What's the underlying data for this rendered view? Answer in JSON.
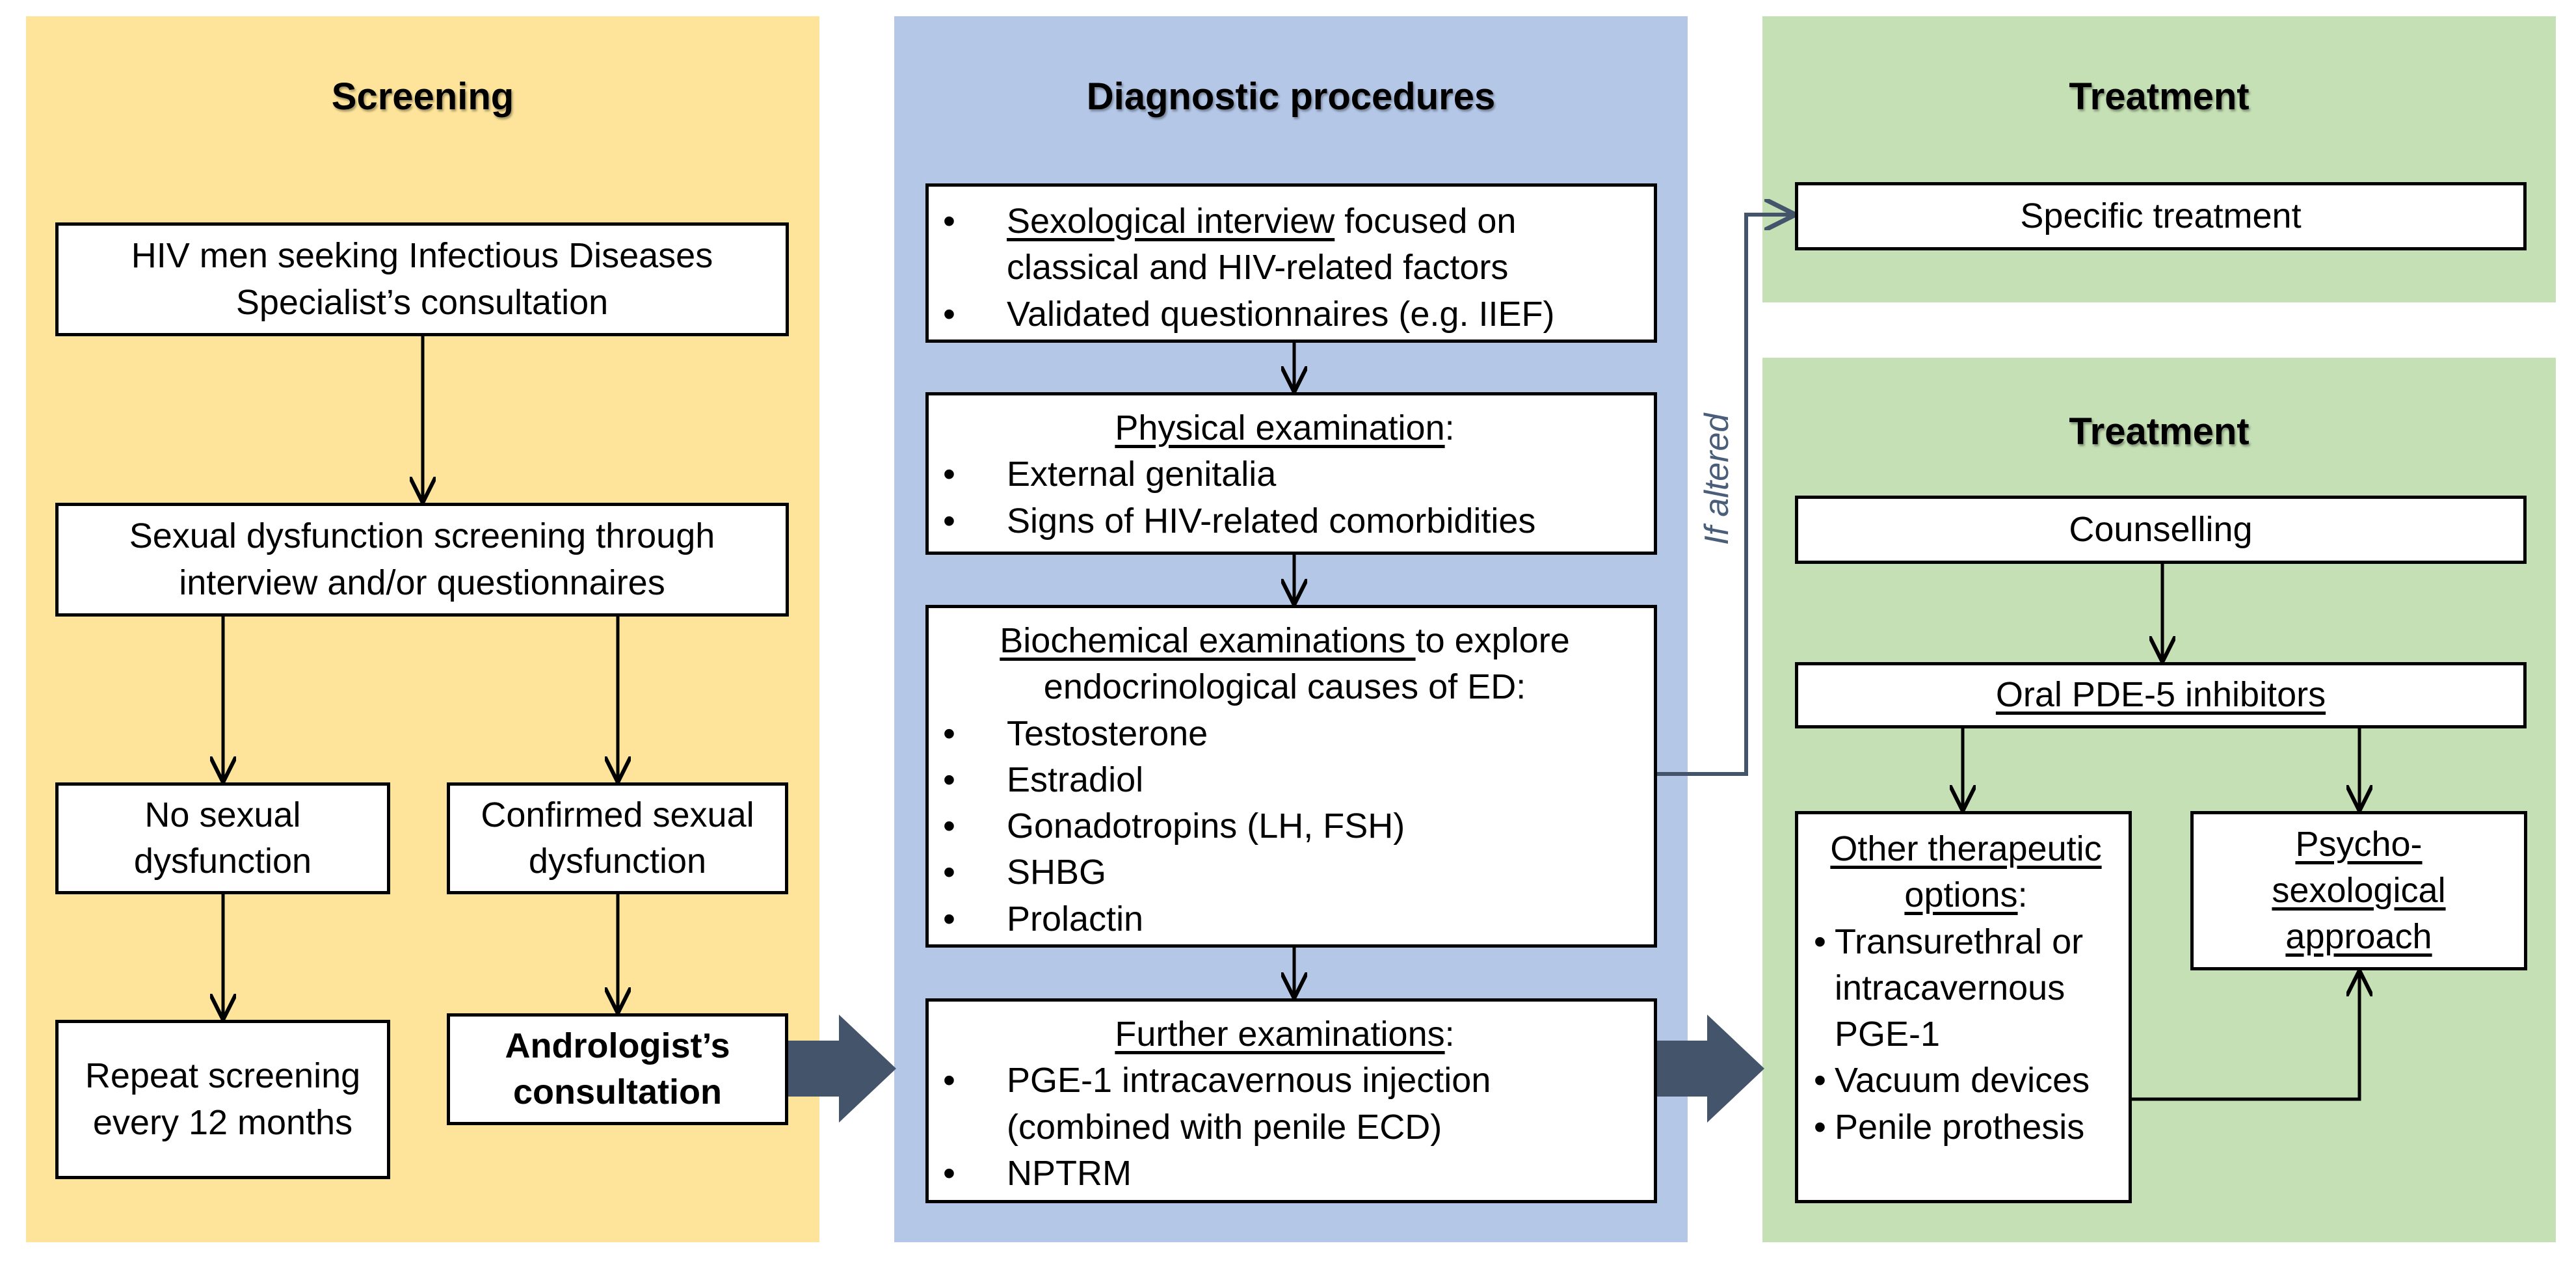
{
  "screening": {
    "title": "Screening",
    "hiv_men": "HIV men seeking Infectious Diseases Specialist’s consultation",
    "sd_screening": "Sexual dysfunction screening through interview and/or questionnaires",
    "no_sd": "No sexual dysfunction",
    "confirmed_sd": "Confirmed sexual dysfunction",
    "repeat": "Repeat screening every 12 months",
    "andrologist": "Andrologist’s consultation"
  },
  "diagnostic": {
    "title": "Diagnostic procedures",
    "interview_u": "Sexological interview",
    "interview_rest": " focused on classical and HIV-related factors",
    "questionnaires": "Validated questionnaires (e.g. IIEF)",
    "physical_head": "Physical examination",
    "physical_colon": ":",
    "physical_items": [
      "External genitalia",
      "Signs of HIV-related comorbidities"
    ],
    "biochem_head_u": "Biochemical examinations ",
    "biochem_head_rest": "to explore endocrinological causes of ED:",
    "biochem_items": [
      "Testosterone",
      "Estradiol",
      "Gonadotropins (LH, FSH)",
      "SHBG",
      "Prolactin"
    ],
    "further_head": "Further examinations",
    "further_colon": ":",
    "further_items": [
      "PGE-1 intracavernous injection (combined with penile ECD)",
      "NPTRM"
    ]
  },
  "if_altered": "If altered",
  "treatment_top": {
    "title": "Treatment",
    "specific": "Specific treatment"
  },
  "treatment_bottom": {
    "title": "Treatment",
    "counselling": "Counselling",
    "pde5": "Oral PDE-5 inhibitors",
    "other_head": "Other therapeutic options",
    "other_colon": ":",
    "other_items": [
      "Transurethral or intracavernous PGE-1",
      "Vacuum devices",
      "Penile prothesis"
    ],
    "psycho": "Psycho-sexological approach"
  },
  "colors": {
    "screening_bg": "#fde49a",
    "diagnostic_bg": "#b4c7e7",
    "treatment_bg": "#c5e0b4",
    "arrow": "#44546a"
  }
}
